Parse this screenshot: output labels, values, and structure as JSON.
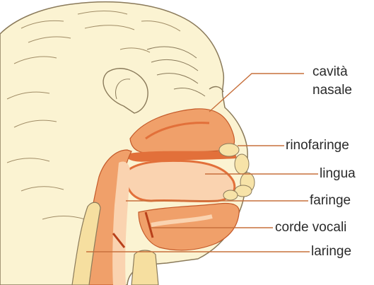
{
  "diagram": {
    "labels": {
      "nasal_cavity_line1": "cavità",
      "nasal_cavity_line2": "nasale",
      "nasopharynx": "rinofaringe",
      "tongue": "lingua",
      "pharynx": "faringe",
      "vocal_cords": "corde vocali",
      "larynx": "laringe"
    },
    "colors": {
      "skin": "#fbf3d2",
      "outline": "#8a7a5a",
      "tissue": "#f0a06a",
      "deep_tissue": "#e2703a",
      "cavity": "#fad3b0",
      "cartilage": "#f6dfa0",
      "bone": "#f7e3a8",
      "leader_line": "#c7703c"
    }
  }
}
